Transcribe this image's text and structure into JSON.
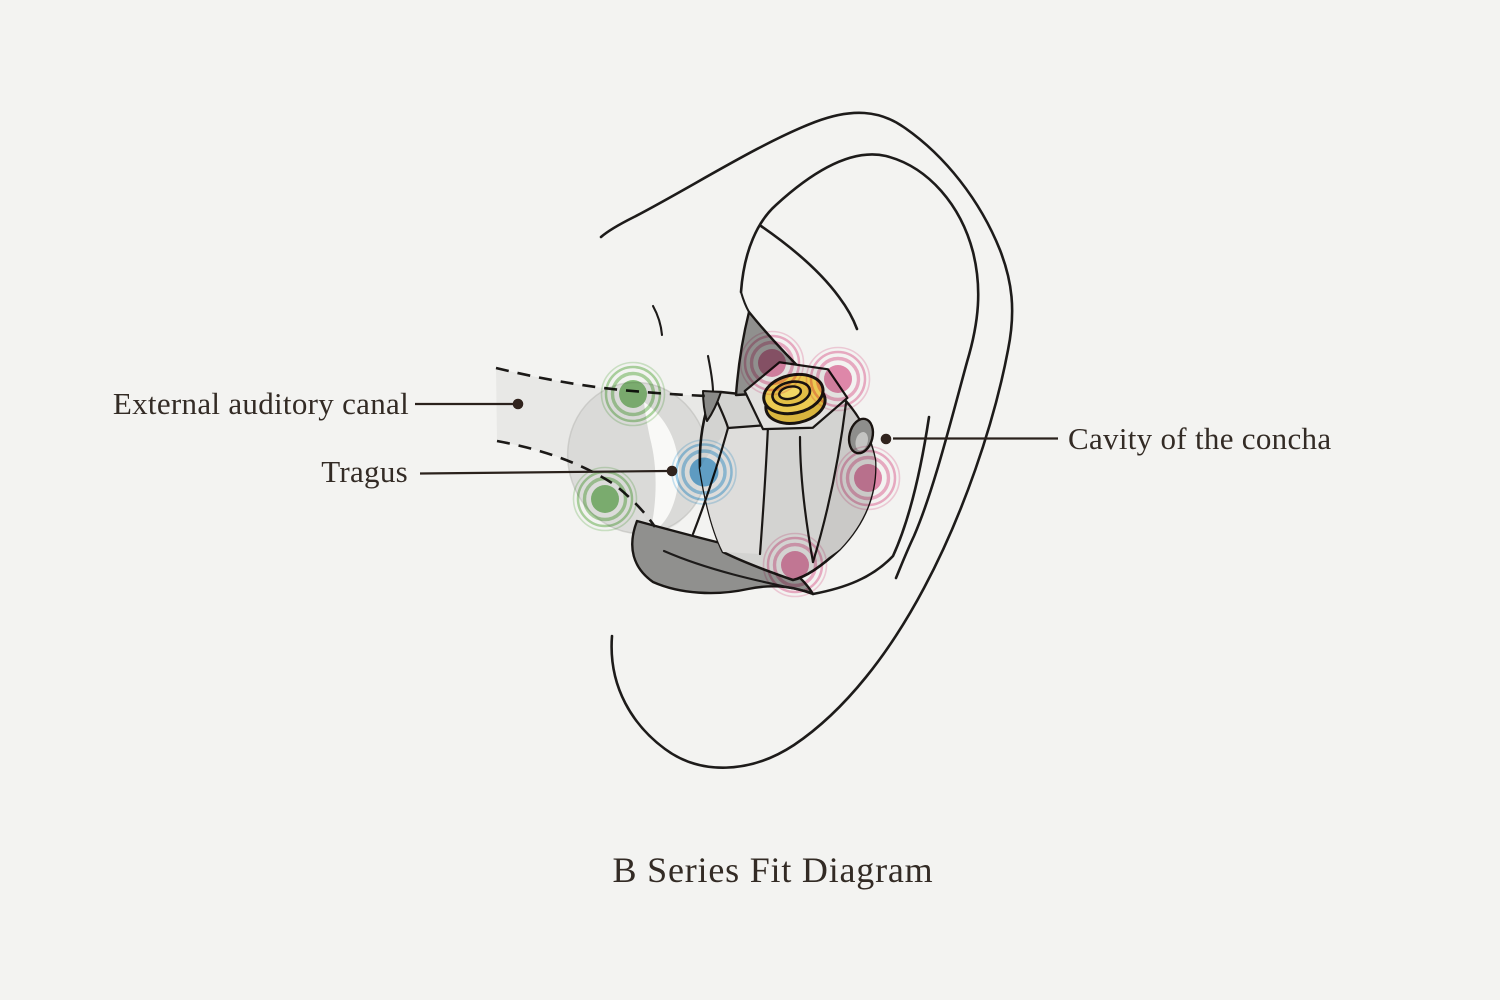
{
  "page": {
    "type": "earphone-fit-anatomy-diagram",
    "background_color": "#f3f3f1",
    "ink_color": "#1d1b1a",
    "text_color": "#332b25"
  },
  "title": "B Series Fit Diagram",
  "callouts": [
    {
      "label": "External auditory canal",
      "side": "left",
      "target": "ear-canal"
    },
    {
      "label": "Tragus",
      "side": "left",
      "target": "tragus"
    },
    {
      "label": "Cavity of the concha",
      "side": "right",
      "target": "concha-cavity"
    }
  ],
  "colors": {
    "shell_gray": "#d3d3d1",
    "shadow_gray": "#90908e",
    "ear_tip_gray": "#d6d6d4",
    "canal_gray": "#e8e8e6",
    "connector_gold": "#ebca52",
    "fit_point_green": "#83c176",
    "fit_point_blue": "#62b0e2",
    "fit_point_pink": "#e784ad"
  },
  "fit_points": [
    {
      "color": "green",
      "hex": "#83c176",
      "position": "ear-tip-top"
    },
    {
      "color": "green",
      "hex": "#83c176",
      "position": "ear-tip-bottom"
    },
    {
      "color": "blue",
      "hex": "#62b0e2",
      "position": "tragus-contact"
    },
    {
      "color": "pink",
      "hex": "#e784ad",
      "position": "shell-top-left"
    },
    {
      "color": "pink",
      "hex": "#e784ad",
      "position": "shell-top-right"
    },
    {
      "color": "pink",
      "hex": "#e784ad",
      "position": "concha-right"
    },
    {
      "color": "pink",
      "hex": "#e784ad",
      "position": "shell-bottom"
    }
  ]
}
